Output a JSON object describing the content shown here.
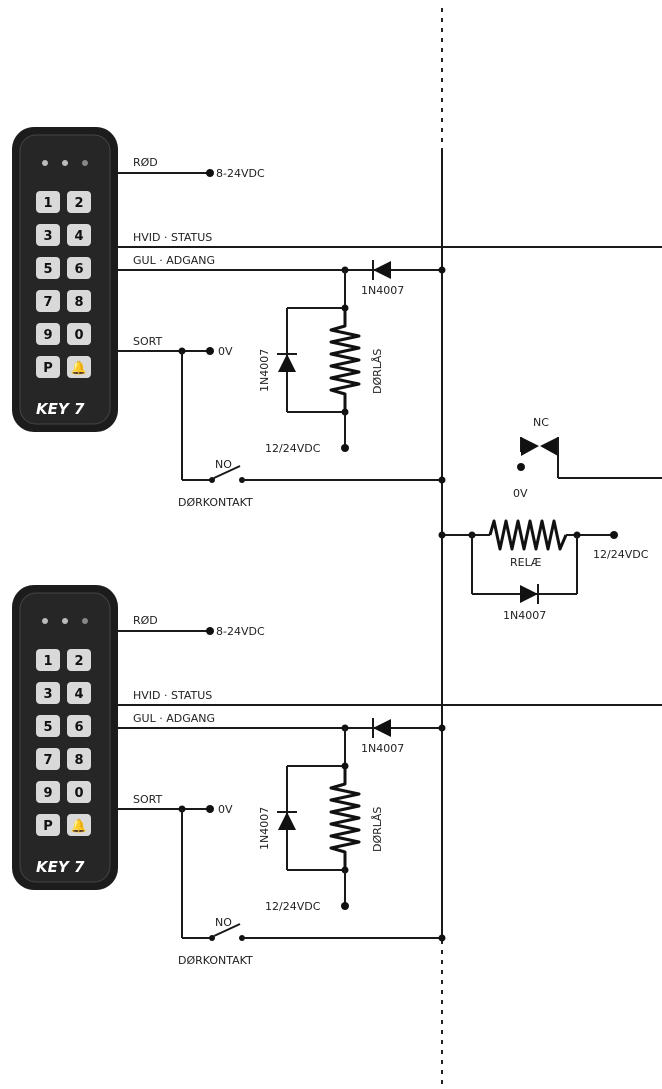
{
  "keypads": [
    {
      "id": "top",
      "keys": [
        "1",
        "2",
        "3",
        "4",
        "5",
        "6",
        "7",
        "8",
        "9",
        "0",
        "P",
        "🔔"
      ],
      "logo": "KEY 7"
    },
    {
      "id": "bottom",
      "keys": [
        "1",
        "2",
        "3",
        "4",
        "5",
        "6",
        "7",
        "8",
        "9",
        "0",
        "P",
        "🔔"
      ],
      "logo": "KEY 7"
    }
  ],
  "wires": {
    "red": "RØD",
    "white": "HVID · STATUS",
    "yellow": "GUL · ADGANG",
    "black": "SORT"
  },
  "labels": {
    "supply": "8-24VDC",
    "zero": "0V",
    "diode": "1N4007",
    "lock": "DØRLÅS",
    "lock_supply": "12/24VDC",
    "no": "NO",
    "door_contact": "DØRKONTAKT",
    "nc": "NC",
    "relay": "RELÆ",
    "relay_supply": "12/24VDC"
  },
  "colors": {
    "ink": "#1a1a1a",
    "keypad_body": "#1c1c1c",
    "key_face": "#d9d9d9"
  }
}
